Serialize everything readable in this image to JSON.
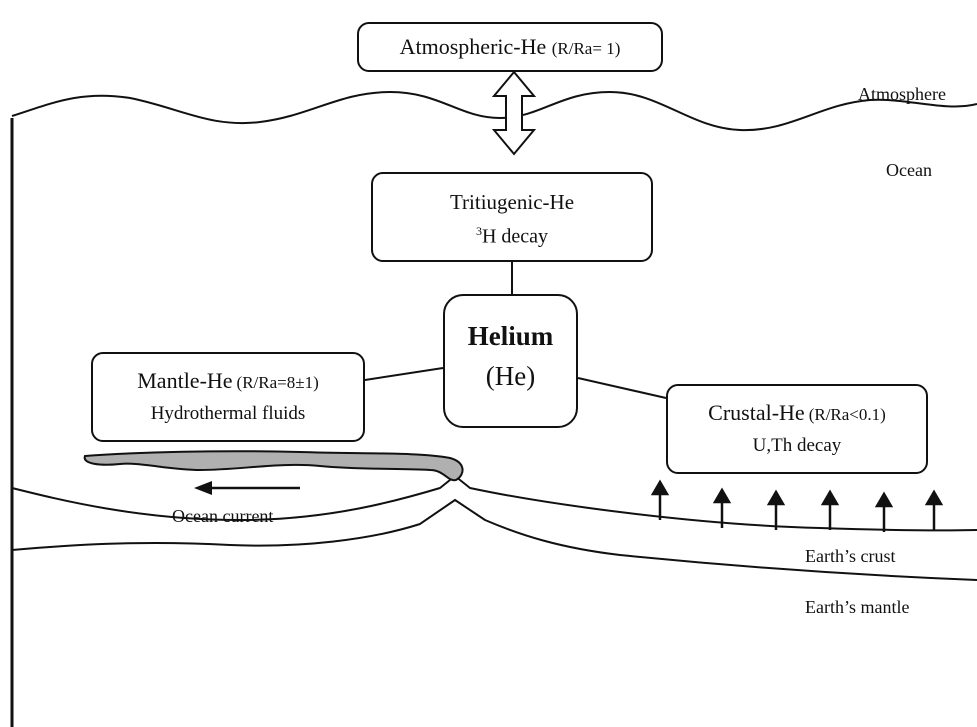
{
  "boxes": {
    "atmospheric": {
      "name": "Atmospheric-He",
      "ratio": "(R/Ra= 1)"
    },
    "tritiugenic": {
      "name": "Tritiugenic-He",
      "sup": "3",
      "desc": "H decay"
    },
    "helium": {
      "name": "Helium",
      "symbol": "(He)"
    },
    "mantle": {
      "name": "Mantle-He",
      "ratio": "(R/Ra=8±1)",
      "desc": "Hydrothermal fluids"
    },
    "crustal": {
      "name": "Crustal-He",
      "ratio": "(R/Ra<0.1)",
      "desc": "U,Th decay"
    }
  },
  "labels": {
    "atmosphere": "Atmosphere",
    "ocean": "Ocean",
    "ocean_current": "Ocean current",
    "earths_crust": "Earth’s crust",
    "earths_mantle": "Earth’s mantle"
  },
  "colors": {
    "stroke": "#111111",
    "plume": "#b0b0b0"
  }
}
